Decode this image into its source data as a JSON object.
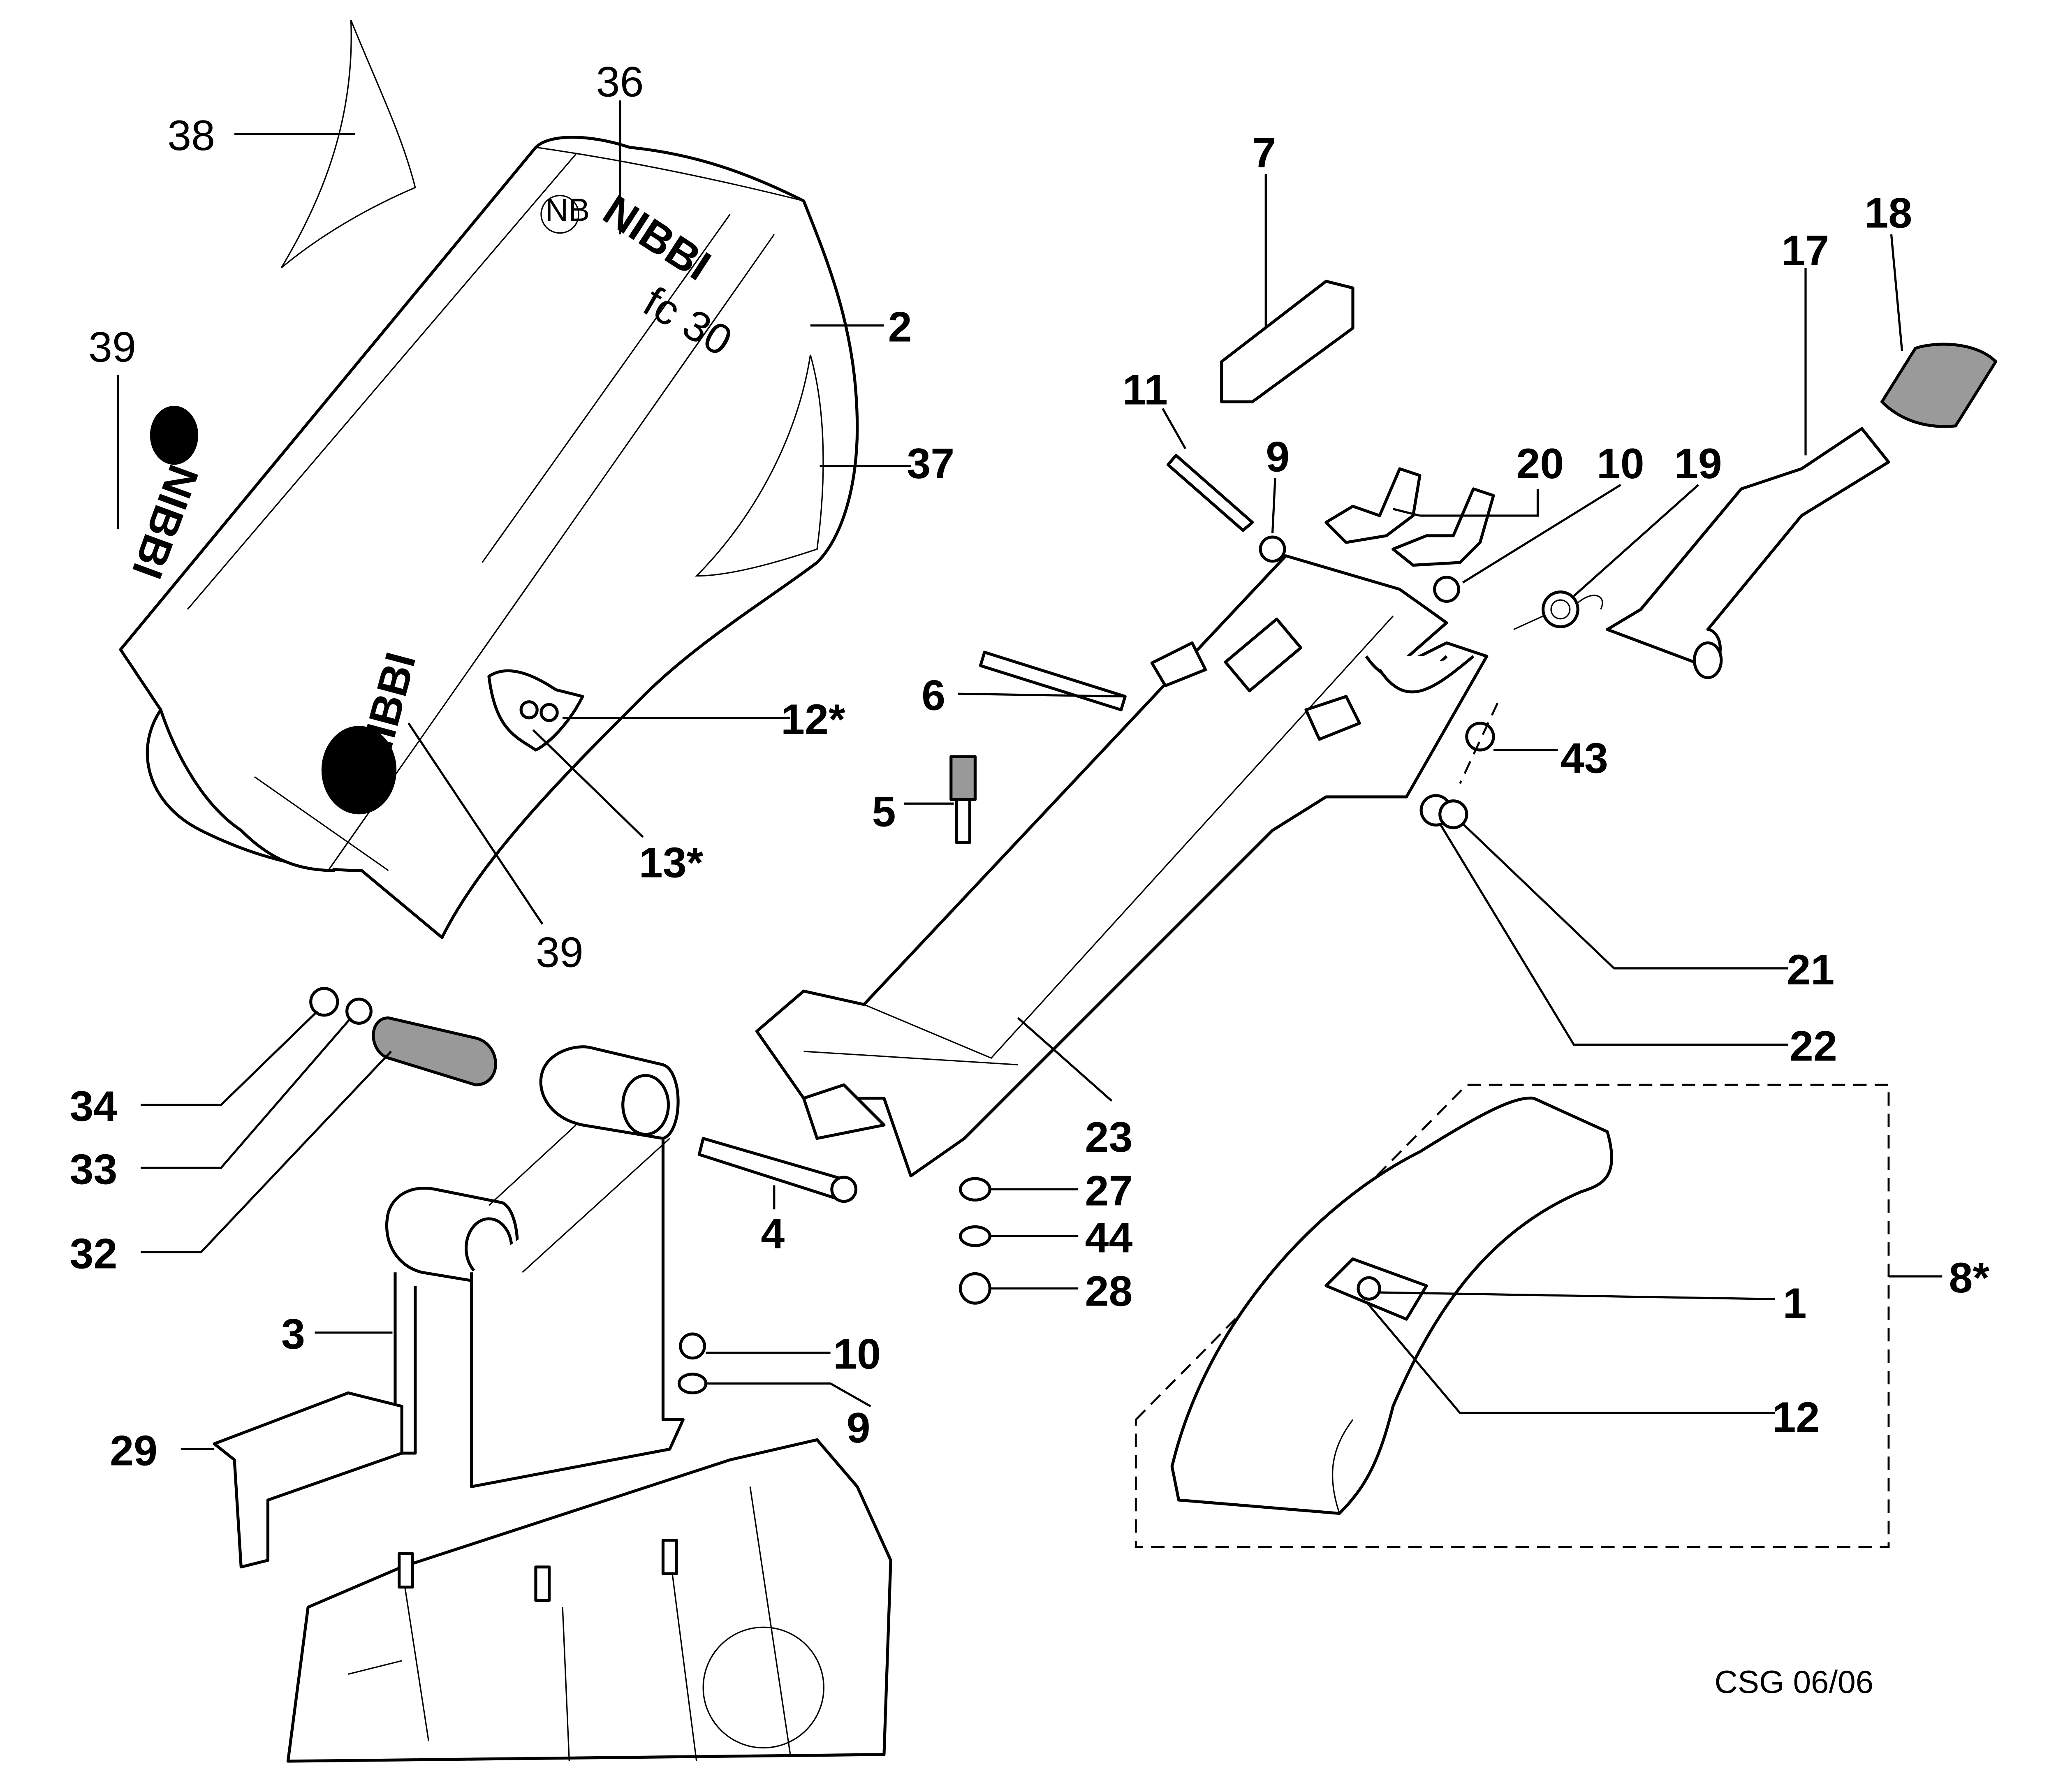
{
  "labels": {
    "p38": "38",
    "p36": "36",
    "p39a": "39",
    "p2": "2",
    "p37": "37",
    "p12s": "12",
    "p13s": "13",
    "p39b": "39",
    "p11": "11",
    "p9a": "9",
    "p7": "7",
    "p20": "20",
    "p10a": "10",
    "p19": "19",
    "p17": "17",
    "p18": "18",
    "p6": "6",
    "p5": "5",
    "p43": "43",
    "p21": "21",
    "p22": "22",
    "p23": "23",
    "p27": "27",
    "p44": "44",
    "p28": "28",
    "p4": "4",
    "p34": "34",
    "p33": "33",
    "p32": "32",
    "p3": "3",
    "p29": "29",
    "p10b": "10",
    "p9b": "9",
    "p1": "1",
    "p12": "12",
    "p8s": "8"
  },
  "asterisk": "*",
  "decals": {
    "brand": "NIBBI",
    "model": "fc 30",
    "monogram": "NB"
  },
  "drawing_code": "CSG 06/06"
}
